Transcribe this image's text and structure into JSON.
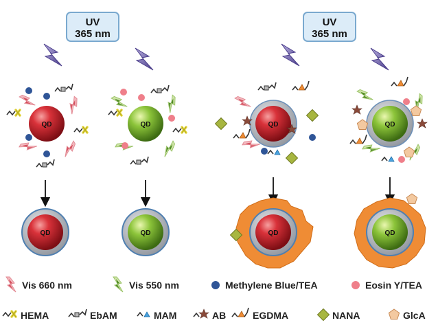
{
  "uv_boxes": [
    {
      "line1": "UV",
      "line2": "365 nm"
    },
    {
      "line1": "UV",
      "line2": "365 nm"
    }
  ],
  "qd_label": "QD",
  "legend": {
    "row1": [
      {
        "label": "Vis 660 nm",
        "icon": "red-bolt-icon"
      },
      {
        "label": "Vis 550 nm",
        "icon": "green-bolt-icon"
      },
      {
        "label": "Methylene Blue/TEA",
        "icon": "blue-dot-icon"
      },
      {
        "label": "Eosin Y/TEA",
        "icon": "pink-dot-icon"
      }
    ],
    "row2": [
      {
        "label": "HEMA",
        "icon": "hema-icon"
      },
      {
        "label": "EbAM",
        "icon": "ebam-icon"
      },
      {
        "label": "MAM",
        "icon": "mam-icon"
      },
      {
        "label": "AB",
        "icon": "ab-icon"
      },
      {
        "label": "EGDMA",
        "icon": "egdma-icon"
      },
      {
        "label": "NANA",
        "icon": "nana-icon"
      },
      {
        "label": "GlcA",
        "icon": "glca-icon"
      }
    ]
  },
  "colors": {
    "red_qd": "#c8202a",
    "green_qd": "#7cb82f",
    "shell": "#a9adb5",
    "orange_coat": "#ef8c35",
    "uv_box_fill": "#dcecf8",
    "uv_box_stroke": "#7aa9cf",
    "uv_bolt": "#6c5aa8",
    "blue_dot": "#2f5597",
    "pink_dot": "#ef7f8a",
    "yellow_cross": "#e3d53a",
    "nana": "#a7b640",
    "glca": "#f3c9a0",
    "ab": "#8a4a3a"
  }
}
